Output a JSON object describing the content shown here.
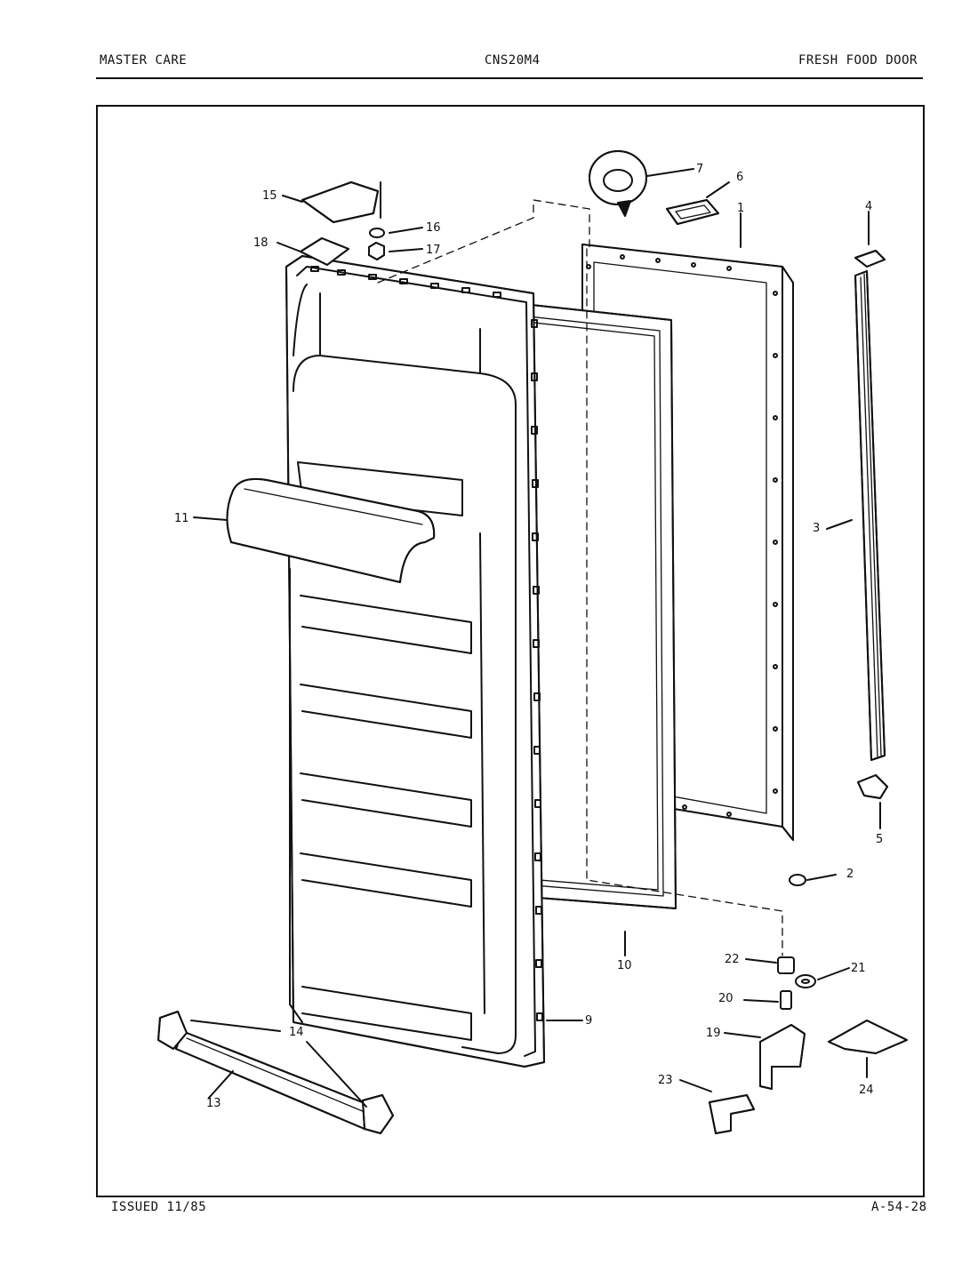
{
  "header": {
    "left": "MASTER CARE",
    "center": "CNS20M4",
    "right": "FRESH FOOD DOOR"
  },
  "footer": {
    "left": "ISSUED 11/85",
    "right": "A-54-28"
  },
  "callouts": {
    "c1": "1",
    "c2": "2",
    "c3": "3",
    "c4": "4",
    "c5": "5",
    "c6": "6",
    "c7": "7",
    "c9": "9",
    "c10": "10",
    "c11": "11",
    "c13": "13",
    "c14": "14",
    "c15": "15",
    "c16": "16",
    "c17": "17",
    "c18": "18",
    "c19": "19",
    "c20": "20",
    "c21": "21",
    "c22": "22",
    "c23": "23",
    "c24": "24"
  }
}
